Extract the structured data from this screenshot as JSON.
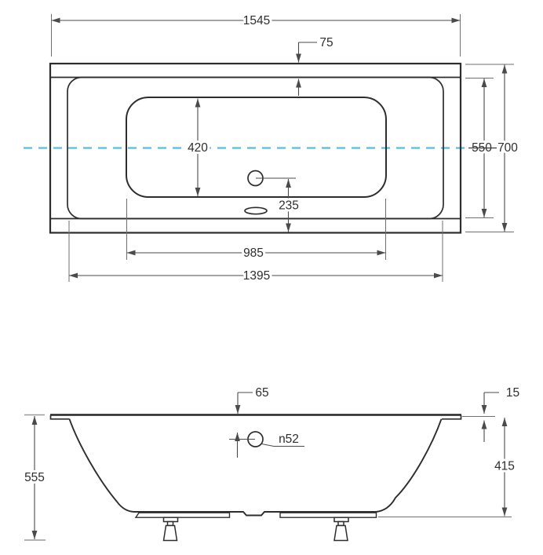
{
  "labels": {
    "top_view": {
      "length_overall": "1545",
      "rim_offset": "75",
      "basin_inner_width": "420",
      "width_inner": "550",
      "width_overall": "700",
      "drain_offset": "235",
      "basin_length": "985",
      "length_inner": "1395"
    },
    "side_view": {
      "overflow_offset": "65",
      "rim_thickness": "15",
      "overflow_diameter": "n52",
      "height_overall": "555",
      "height_shell": "415"
    }
  },
  "style": {
    "centerline_color": "#55bee8",
    "line_color": "#2d2d2d",
    "dim_color": "#4a4a4a",
    "text_color": "#2e2e2e"
  }
}
